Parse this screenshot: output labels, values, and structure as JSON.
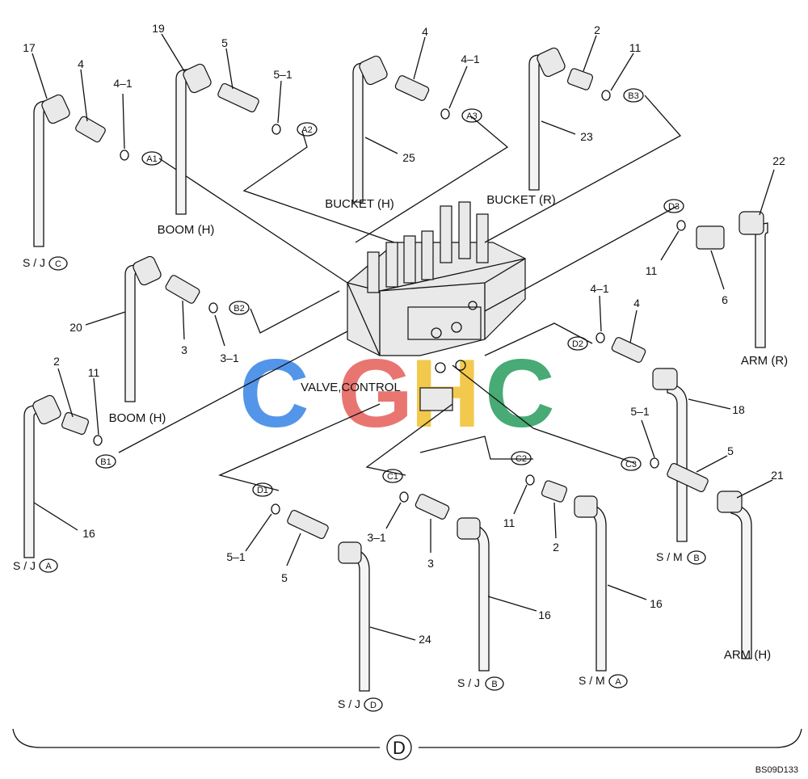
{
  "center_label": "VALVE,CONTROL",
  "section_mark": "D",
  "drawing_code": "BS09D133",
  "watermark": {
    "letters": [
      "C",
      "G",
      "H",
      "C"
    ],
    "colors": [
      "#4a90e8",
      "#e86e6a",
      "#f2c744",
      "#3fa66e"
    ]
  },
  "group_labels": {
    "boom_h_upper": "BOOM (H)",
    "boom_h_lower": "BOOM (H)",
    "bucket_h": "BUCKET (H)",
    "bucket_r": "BUCKET (R)",
    "arm_r": "ARM (R)",
    "arm_h": "ARM (H)"
  },
  "port_tags": {
    "sj_c": {
      "prefix": "S / J",
      "code": "C"
    },
    "sj_a": {
      "prefix": "S / J",
      "code": "A"
    },
    "sj_d": {
      "prefix": "S / J",
      "code": "D"
    },
    "sj_b": {
      "prefix": "S / J",
      "code": "B"
    },
    "sm_a": {
      "prefix": "S / M",
      "code": "A"
    },
    "sm_b": {
      "prefix": "S / M",
      "code": "B"
    }
  },
  "circle_tags": {
    "a1": "A1",
    "a2": "A2",
    "a3": "A3",
    "b1": "B1",
    "b2": "B2",
    "b3": "B3",
    "c1": "C1",
    "c2": "C2",
    "c3": "C3",
    "d1": "D1",
    "d2": "D2",
    "d3": "D3"
  },
  "numbers": {
    "n17": "17",
    "n4a": "4",
    "n41a": "4–1",
    "n19": "19",
    "n5a": "5",
    "n51a": "5–1",
    "n4b": "4",
    "n41b": "4–1",
    "n2a": "2",
    "n11a": "11",
    "n25": "25",
    "n23": "23",
    "n22": "22",
    "n11b": "11",
    "n6": "6",
    "n20": "20",
    "n3a": "3",
    "n31a": "3–1",
    "n41c": "4–1",
    "n4c": "4",
    "n18": "18",
    "n2b": "2",
    "n11c": "11",
    "n51b": "5–1",
    "n5b": "5",
    "n21": "21",
    "n16a": "16",
    "n51c": "5–1",
    "n5c": "5",
    "n24": "24",
    "n31b": "3–1",
    "n3b": "3",
    "n16b": "16",
    "n11d": "11",
    "n2c": "2",
    "n16c": "16"
  }
}
